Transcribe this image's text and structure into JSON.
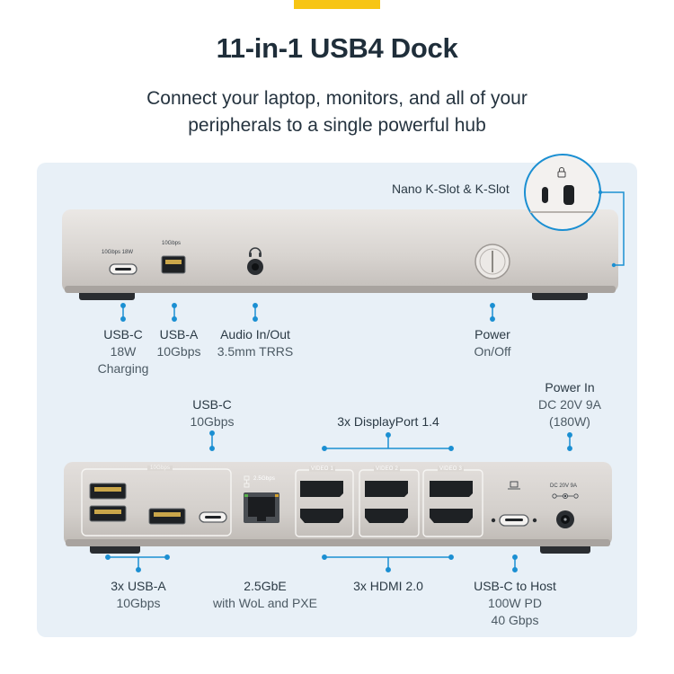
{
  "header": {
    "title": "11-in-1 USB4 Dock",
    "subtitle_line1": "Connect your laptop, monitors, and all of your",
    "subtitle_line2": "peripherals to a single powerful hub"
  },
  "front": {
    "kslot_label": "Nano K-Slot & K-Slot",
    "device_labels": {
      "usbc": "10Gbps 18W",
      "usba": "10Gbps"
    },
    "ports": [
      {
        "name": "USB-C",
        "details": [
          "18W",
          "Charging"
        ]
      },
      {
        "name": "USB-A",
        "details": [
          "10Gbps"
        ]
      },
      {
        "name": "Audio In/Out",
        "details": [
          "3.5mm TRRS"
        ]
      },
      {
        "name": "Power",
        "details": [
          "On/Off"
        ]
      }
    ]
  },
  "rear": {
    "device_labels": {
      "usb_group": "10Gbps",
      "ethernet": "2.5Gbps",
      "video1": "VIDEO 1",
      "video2": "VIDEO 2",
      "video3": "VIDEO 3",
      "dc": "DC 20V 9A"
    },
    "top_labels": [
      {
        "name": "USB-C",
        "details": [
          "10Gbps"
        ]
      },
      {
        "name": "3x DisplayPort 1.4",
        "details": []
      },
      {
        "name": "Power In",
        "details": [
          "DC 20V 9A",
          "(180W)"
        ]
      }
    ],
    "bottom_labels": [
      {
        "name": "3x USB-A",
        "details": [
          "10Gbps"
        ]
      },
      {
        "name": "2.5GbE",
        "details": [
          "with WoL and PXE"
        ]
      },
      {
        "name": "3x HDMI 2.0",
        "details": []
      },
      {
        "name": "USB-C to Host",
        "details": [
          "100W PD",
          "40 Gbps"
        ]
      }
    ]
  },
  "colors": {
    "accent": "#f7c515",
    "callout": "#1b8fd2",
    "panel": "#e8f0f7",
    "device_body": "#d5d1ce"
  }
}
